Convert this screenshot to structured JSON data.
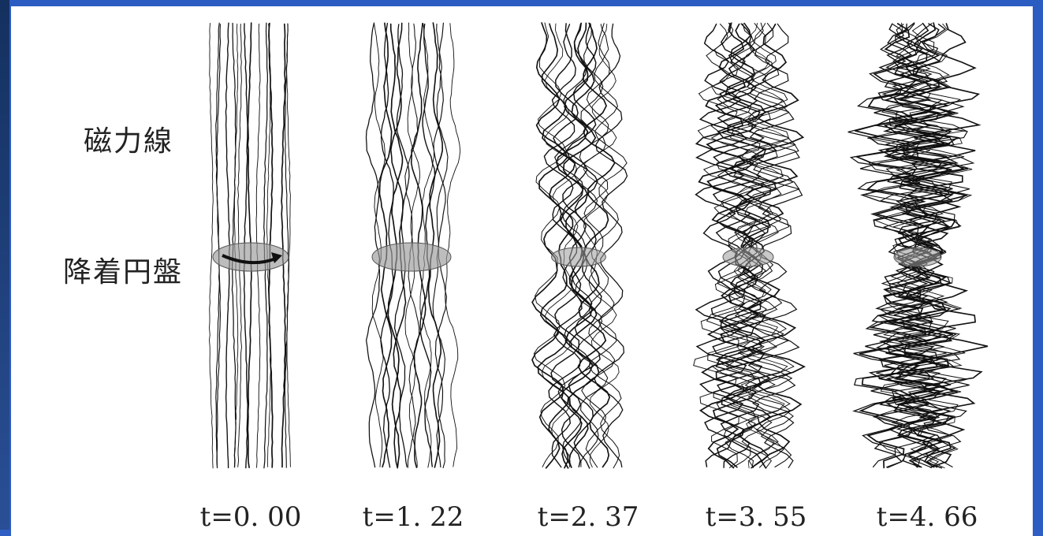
{
  "labels": {
    "field_lines": "磁力線",
    "accretion_disk": "降着円盤"
  },
  "panels": [
    {
      "time_label": "t=0. 00",
      "twist": 0.0
    },
    {
      "time_label": "t=1. 22",
      "twist": 0.15
    },
    {
      "time_label": "t=2. 37",
      "twist": 0.45
    },
    {
      "time_label": "t=3. 55",
      "twist": 0.75
    },
    {
      "time_label": "t=4. 66",
      "twist": 1.0
    }
  ],
  "colors": {
    "frame": "#2b5cc2",
    "background": "#ffffff",
    "line": "#111111",
    "disk_fill": "#9a9a9a"
  }
}
